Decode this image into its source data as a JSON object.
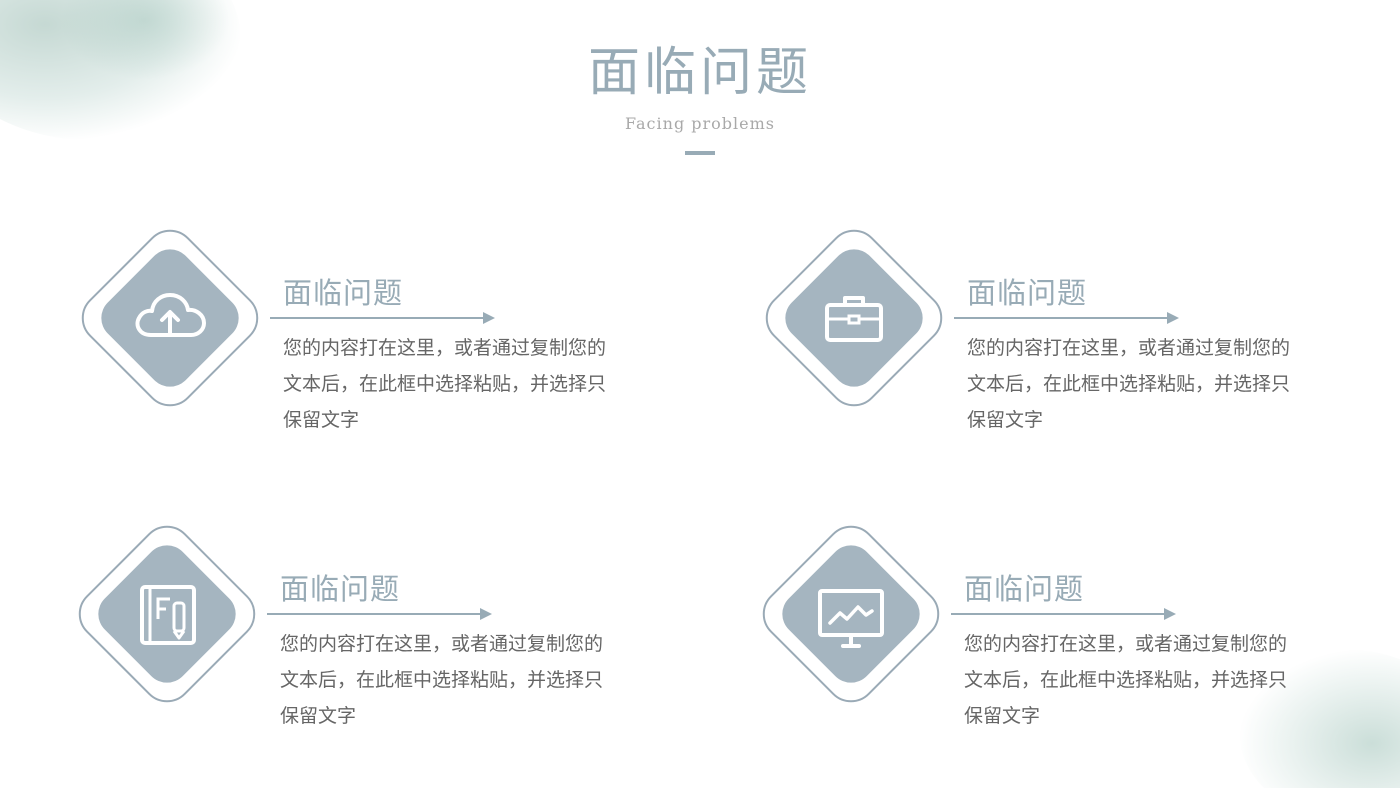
{
  "slide": {
    "title": "面临问题",
    "subtitle": "Facing problems",
    "colors": {
      "accent": "#98abb6",
      "diamond_fill": "#a5b5c0",
      "text": "#666666"
    }
  },
  "cards": [
    {
      "title": "面临问题",
      "description": "您的内容打在这里，或者通过复制您的文本后，在此框中选择粘贴，并选择只保留文字",
      "icon": "cloud-upload-icon"
    },
    {
      "title": "面临问题",
      "description": "您的内容打在这里，或者通过复制您的文本后，在此框中选择粘贴，并选择只保留文字",
      "icon": "briefcase-icon"
    },
    {
      "title": "面临问题",
      "description": "您的内容打在这里，或者通过复制您的文本后，在此框中选择粘贴，并选择只保留文字",
      "icon": "notebook-pen-icon"
    },
    {
      "title": "面临问题",
      "description": "您的内容打在这里，或者通过复制您的文本后，在此框中选择粘贴，并选择只保留文字",
      "icon": "presentation-board-icon"
    }
  ]
}
